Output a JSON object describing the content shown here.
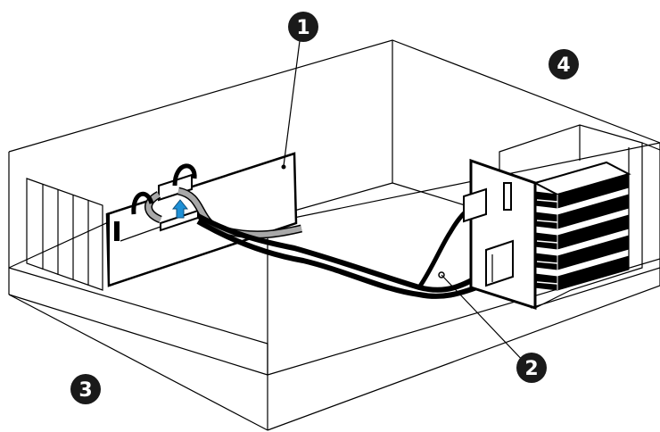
{
  "colors": {
    "line": "#000000",
    "cable_black": "#000000",
    "cable_gray": "#a8a8a8",
    "arrow_blue": "#1e90d6",
    "callout_fill": "#1a1a1a",
    "callout_text": "#ffffff"
  },
  "callouts": {
    "c1": "1",
    "c2": "2",
    "c3": "3",
    "c4": "4"
  }
}
